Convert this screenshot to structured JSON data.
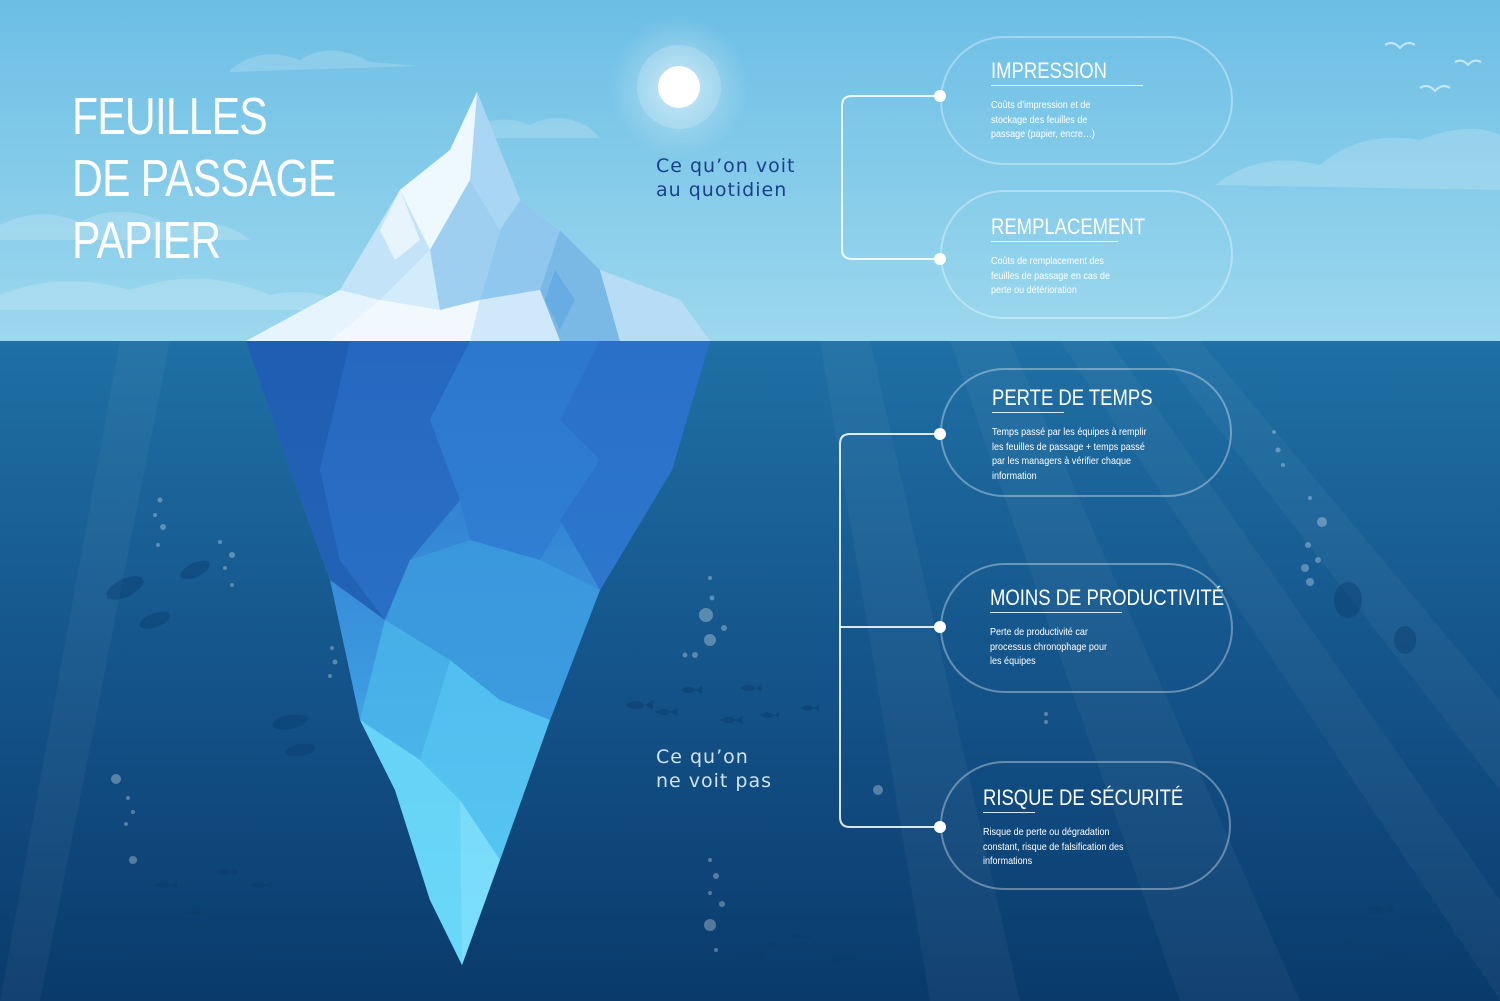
{
  "title": {
    "line1": "FEUILLES",
    "line2": "DE PASSAGE",
    "line3": "PAPIER"
  },
  "above_label": {
    "line1": "Ce qu’on voit",
    "line2": "au quotidien"
  },
  "below_label": {
    "line1": "Ce qu’on",
    "line2": "ne voit pas"
  },
  "cards": [
    {
      "title": "IMPRESSION",
      "desc": "Coûts d’impression et de stockage des feuilles de passage (papier, encre…)"
    },
    {
      "title": "REMPLACEMENT",
      "desc": "Coûts de remplacement des feuilles de passage en cas de perte ou détérioration"
    },
    {
      "title": "PERTE DE TEMPS",
      "desc": "Temps passé par les équipes à remplir les feuilles de passage + temps passé par les managers à vérifier chaque information"
    },
    {
      "title": "MOINS DE PRODUCTIVITÉ",
      "desc": "Perte de productivité car processus chronophage pour les équipes"
    },
    {
      "title": "RISQUE DE SÉCURITÉ",
      "desc": "Risque de perte ou dégradation constant, risque de falsification des informations"
    }
  ],
  "colors": {
    "sky_top": "#6dbfe6",
    "sky_bottom": "#9cd9ef",
    "sea_top": "#1e6ea3",
    "sea_bottom": "#0a3a6e",
    "above_label_text": "#1b3f8a",
    "below_label_text": "#cfe3f3",
    "card_text": "#ffffff"
  }
}
